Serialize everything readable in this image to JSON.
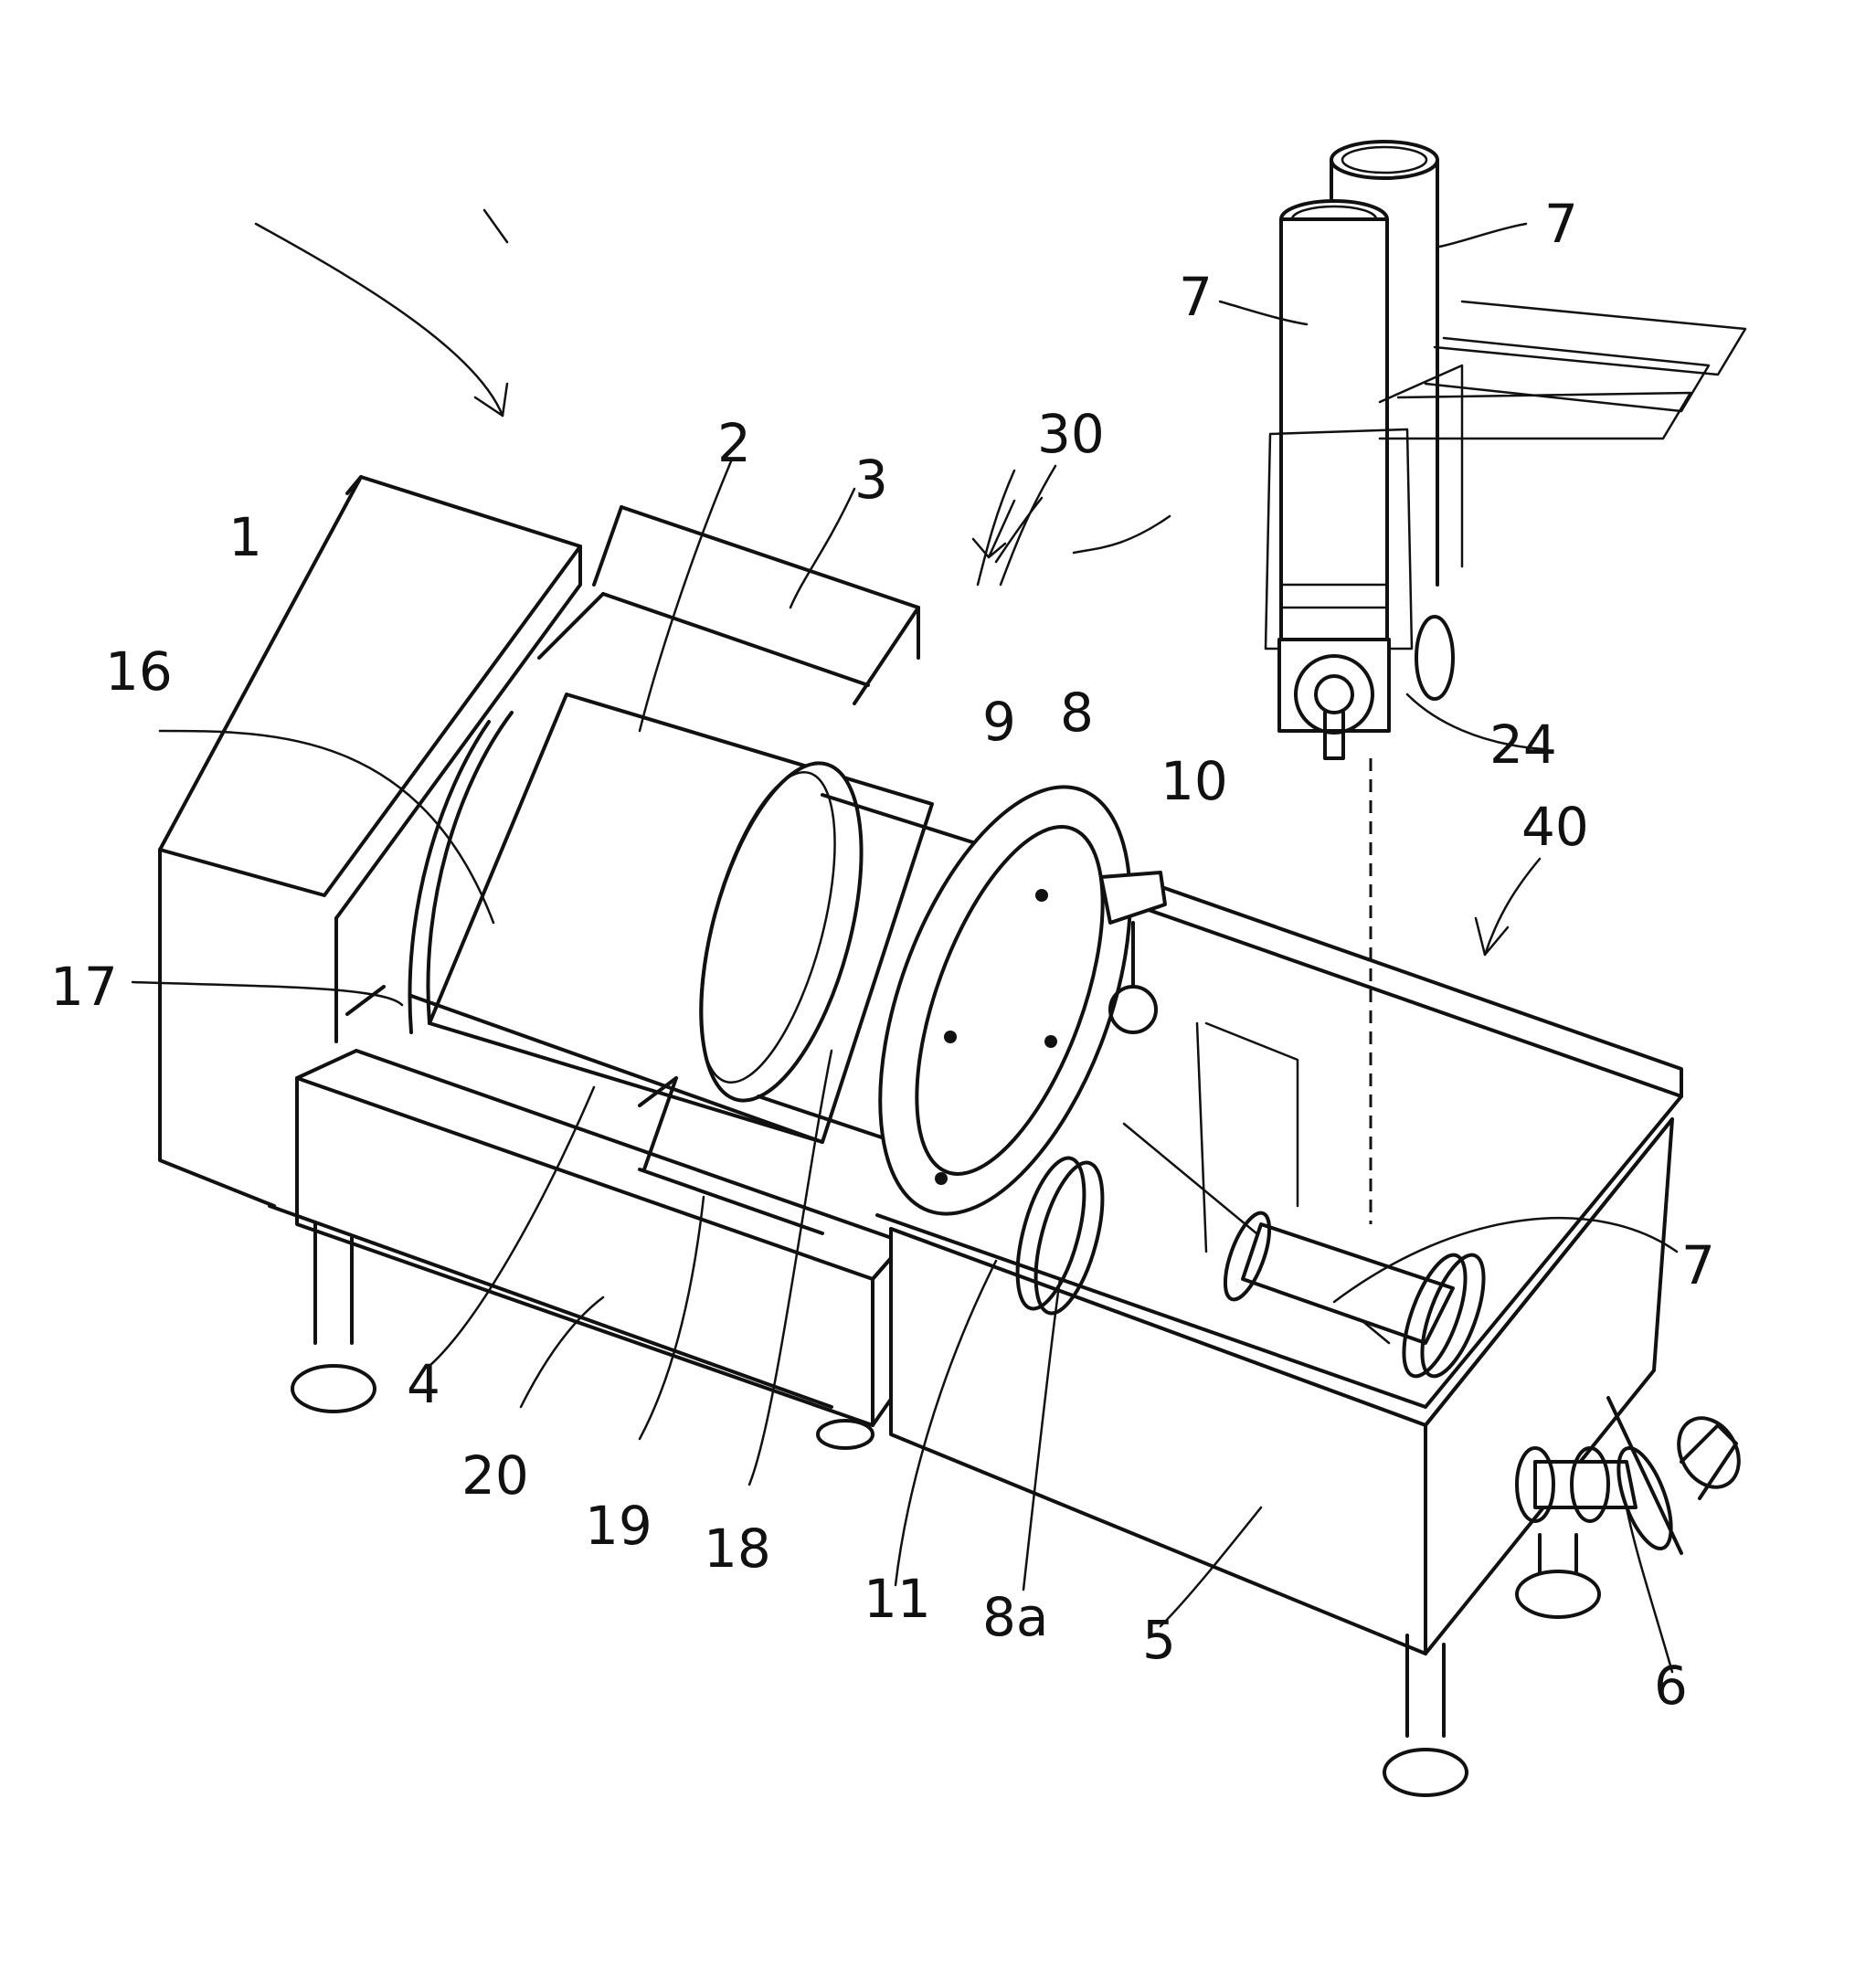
{
  "figure": {
    "labels": {
      "l1": "1",
      "l2": "2",
      "l3": "3",
      "l4": "4",
      "l5": "5",
      "l6": "6",
      "l7a": "7",
      "l7b": "7",
      "l7c": "7",
      "l8": "8",
      "l8a": "8a",
      "l9": "9",
      "l10": "10",
      "l11": "11",
      "l16": "16",
      "l17": "17",
      "l18": "18",
      "l19": "19",
      "l20": "20",
      "l24": "24",
      "l30": "30",
      "l40": "40"
    }
  }
}
